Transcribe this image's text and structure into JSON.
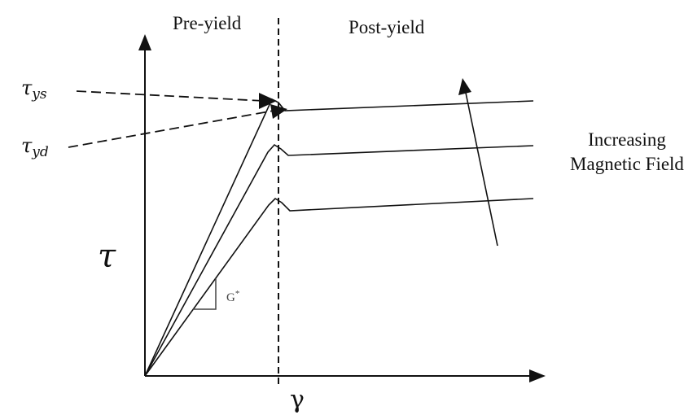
{
  "regions": {
    "pre_yield": "Pre-yield",
    "post_yield": "Post-yield"
  },
  "annotations": {
    "static_yield_base": "τ",
    "static_yield_sub": "ys",
    "dynamic_yield_base": "τ",
    "dynamic_yield_sub": "yd",
    "modulus": "G",
    "modulus_sup": "*",
    "trend_line1": "Increasing",
    "trend_line2": "Magnetic Field"
  },
  "axes": {
    "y_label": "τ",
    "x_label": "γ"
  },
  "colors": {
    "ink": "#111111",
    "slope_box": "#444444"
  }
}
